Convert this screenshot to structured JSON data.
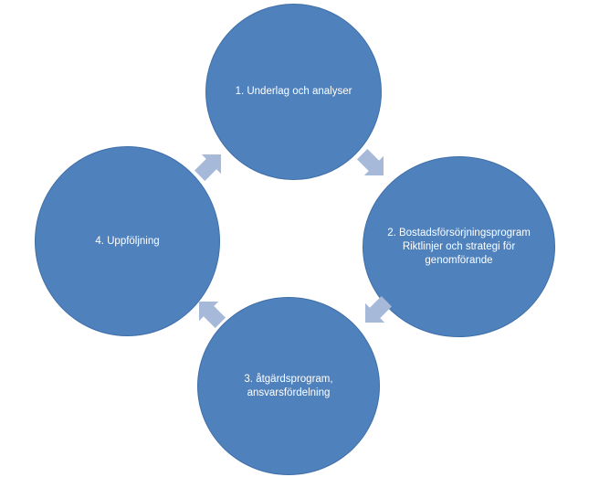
{
  "diagram": {
    "nodes": [
      {
        "label": "1. Underlag och analyser"
      },
      {
        "label": "2. Bostadsförsörjningsprogram\nRiktlinjer och strategi för\ngenomförande"
      },
      {
        "label": "3. åtgärdsprogram,\nansvarsfördelning"
      },
      {
        "label": "4. Uppföljning"
      }
    ]
  },
  "colors": {
    "node_fill": "#4f81bd",
    "arrow_fill": "#a6b9d9"
  }
}
